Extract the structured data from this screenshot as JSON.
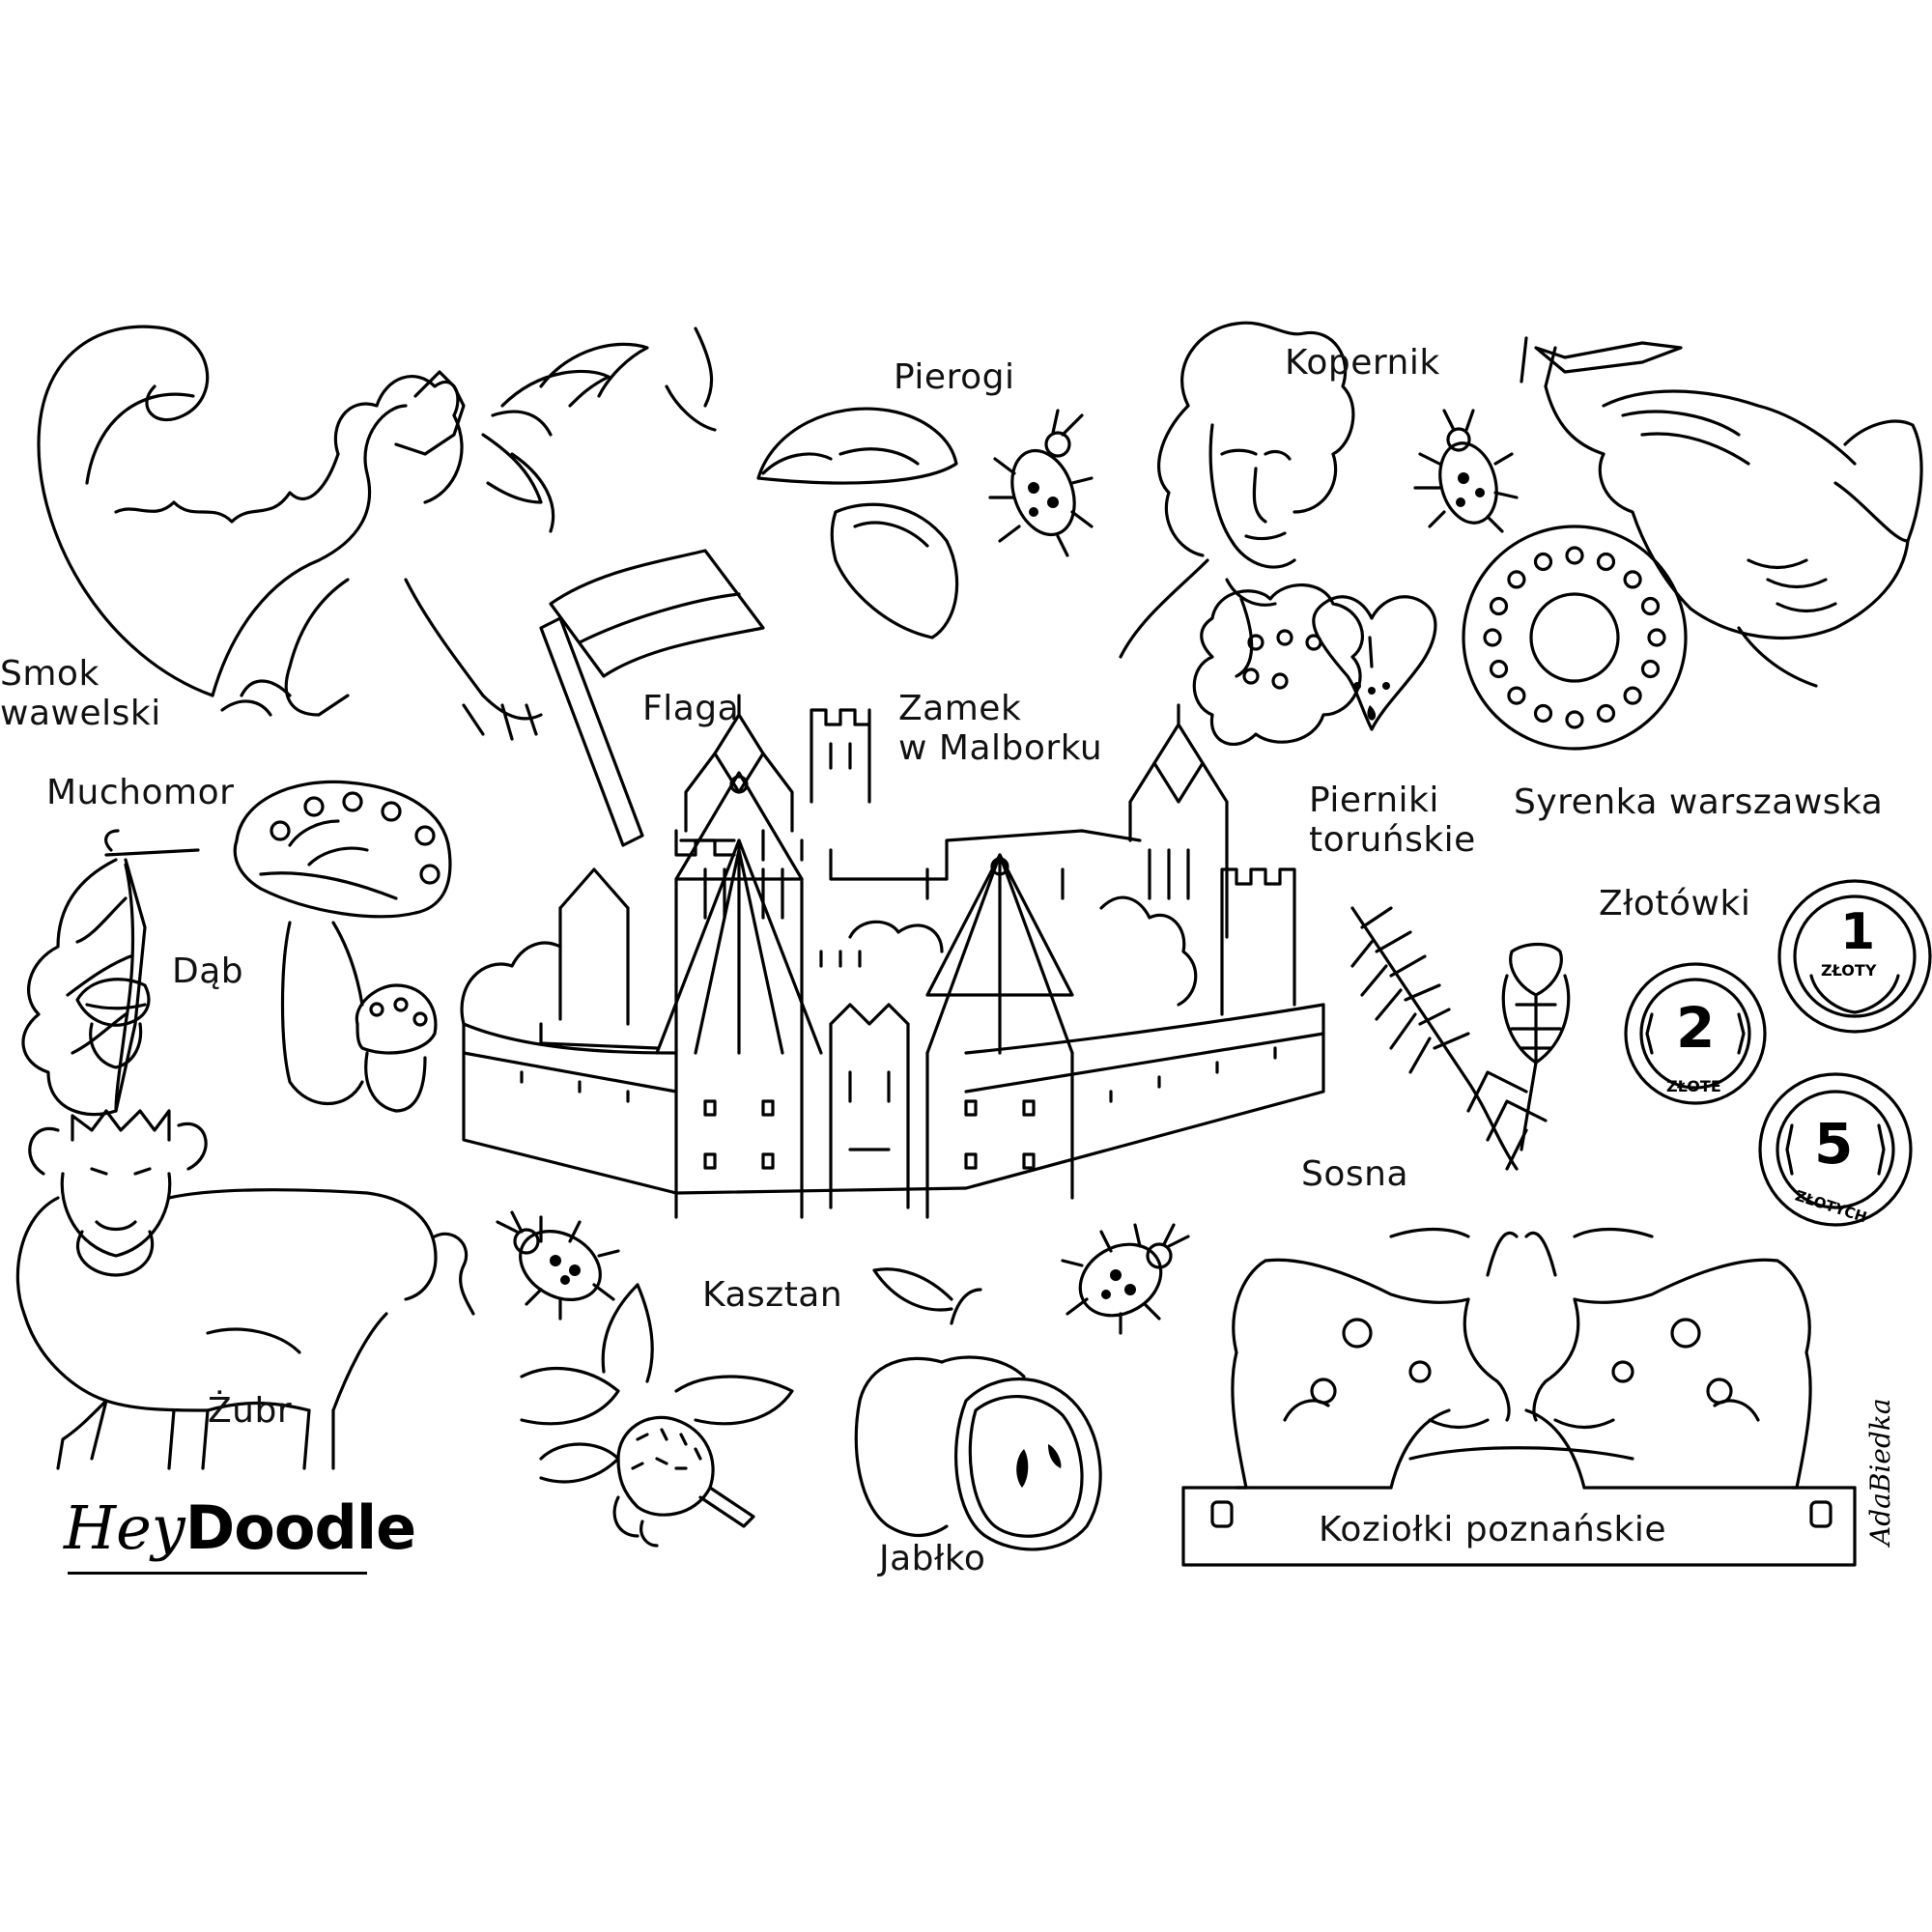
{
  "labels": {
    "smok": "Smok\nwawelski",
    "pierogi": "Pierogi",
    "kopernik": "Kopernik",
    "flaga": "Flaga",
    "zamek": "Zamek\nw Malborku",
    "pierniki": "Pierniki\ntoruńskie",
    "syrenka": "Syrenka warszawska",
    "muchomor": "Muchomor",
    "dab": "Dąb",
    "zlotowki": "Złotówki",
    "sosna": "Sosna",
    "kasztan": "Kasztan",
    "zubr": "Żubr",
    "jablko": "Jabłko",
    "koziolki": "Koziołki poznańskie"
  },
  "coins": [
    {
      "value": "1",
      "unit": "ZŁOTY"
    },
    {
      "value": "2",
      "unit": "ZŁOTE"
    },
    {
      "value": "5",
      "unit": "ZŁOTYCH"
    }
  ],
  "brand": {
    "hey": "Hey",
    "doodle": "Doodle"
  },
  "signature": "AdaBiedka"
}
